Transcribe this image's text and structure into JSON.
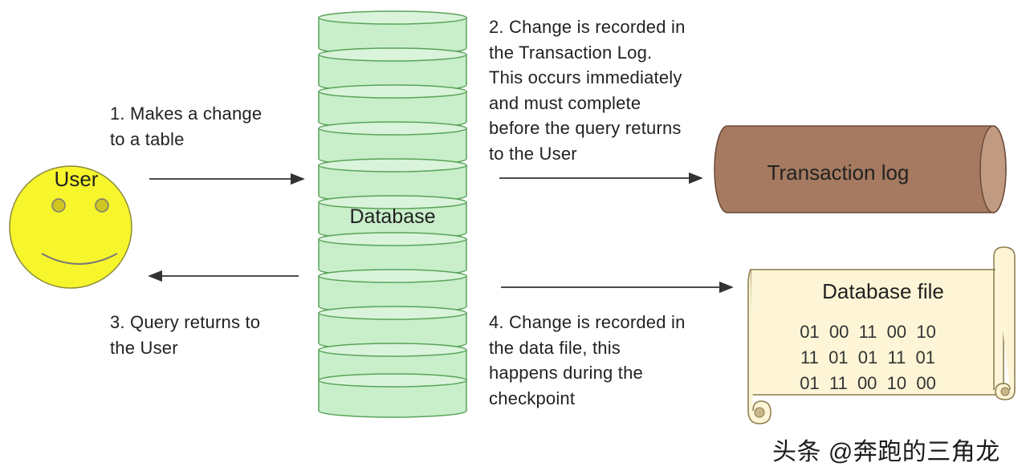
{
  "user": {
    "label": "User",
    "color": "#f7f52c"
  },
  "database": {
    "label": "Database",
    "color": "#c8eeca",
    "stroke": "#5aa35a"
  },
  "steps": {
    "step1": "1. Makes a change\n    to a table",
    "step2": "2. Change is recorded in\nthe Transaction Log.\nThis occurs immediately\nand must complete\nbefore the query returns\nto the User",
    "step3": "3. Query returns to\nthe User",
    "step4": "4. Change is recorded in\nthe data file, this\nhappens during the\ncheckpoint"
  },
  "transaction_log": {
    "label": "Transaction log",
    "color": "#a57a60"
  },
  "database_file": {
    "label": "Database file",
    "color": "#fdf5d6",
    "rows": [
      "01  00  11  00  10",
      "11  01  01  11  01",
      "01  11  00  10  00"
    ]
  },
  "watermark": "头条 @奔跑的三角龙"
}
